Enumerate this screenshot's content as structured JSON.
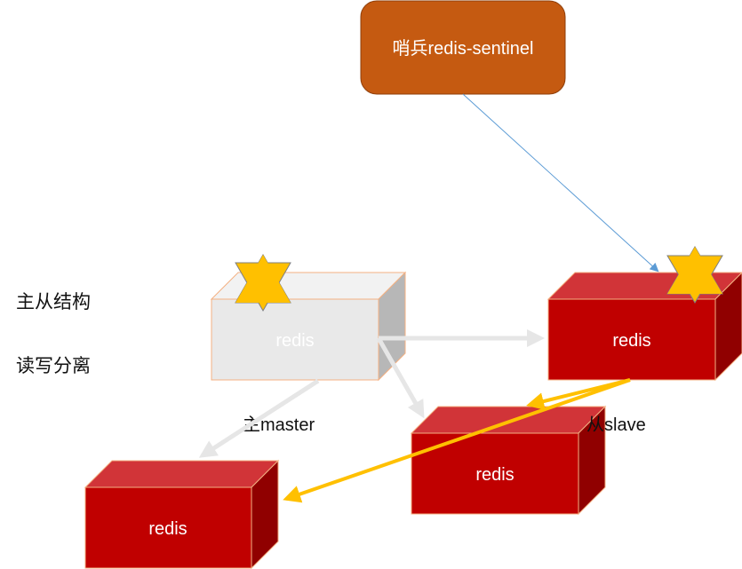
{
  "labels": {
    "sentinel": "哨兵redis-sentinel",
    "structure": "主从结构",
    "rw_split": "读写分离",
    "master_caption": "主master",
    "slave_caption": "从slave"
  },
  "nodes": {
    "master": "redis",
    "slave_right": "redis",
    "slave_middle": "redis",
    "slave_left": "redis"
  },
  "colors": {
    "sentinel_fill": "#c55a11",
    "master_fill": "#e9e9e9",
    "slave_fill": "#c00000",
    "star": "#ffc000",
    "sync_arrow": "#e6e6e6",
    "sentinel_line": "#5b9bd5",
    "failover_arrow": "#ffc000"
  }
}
